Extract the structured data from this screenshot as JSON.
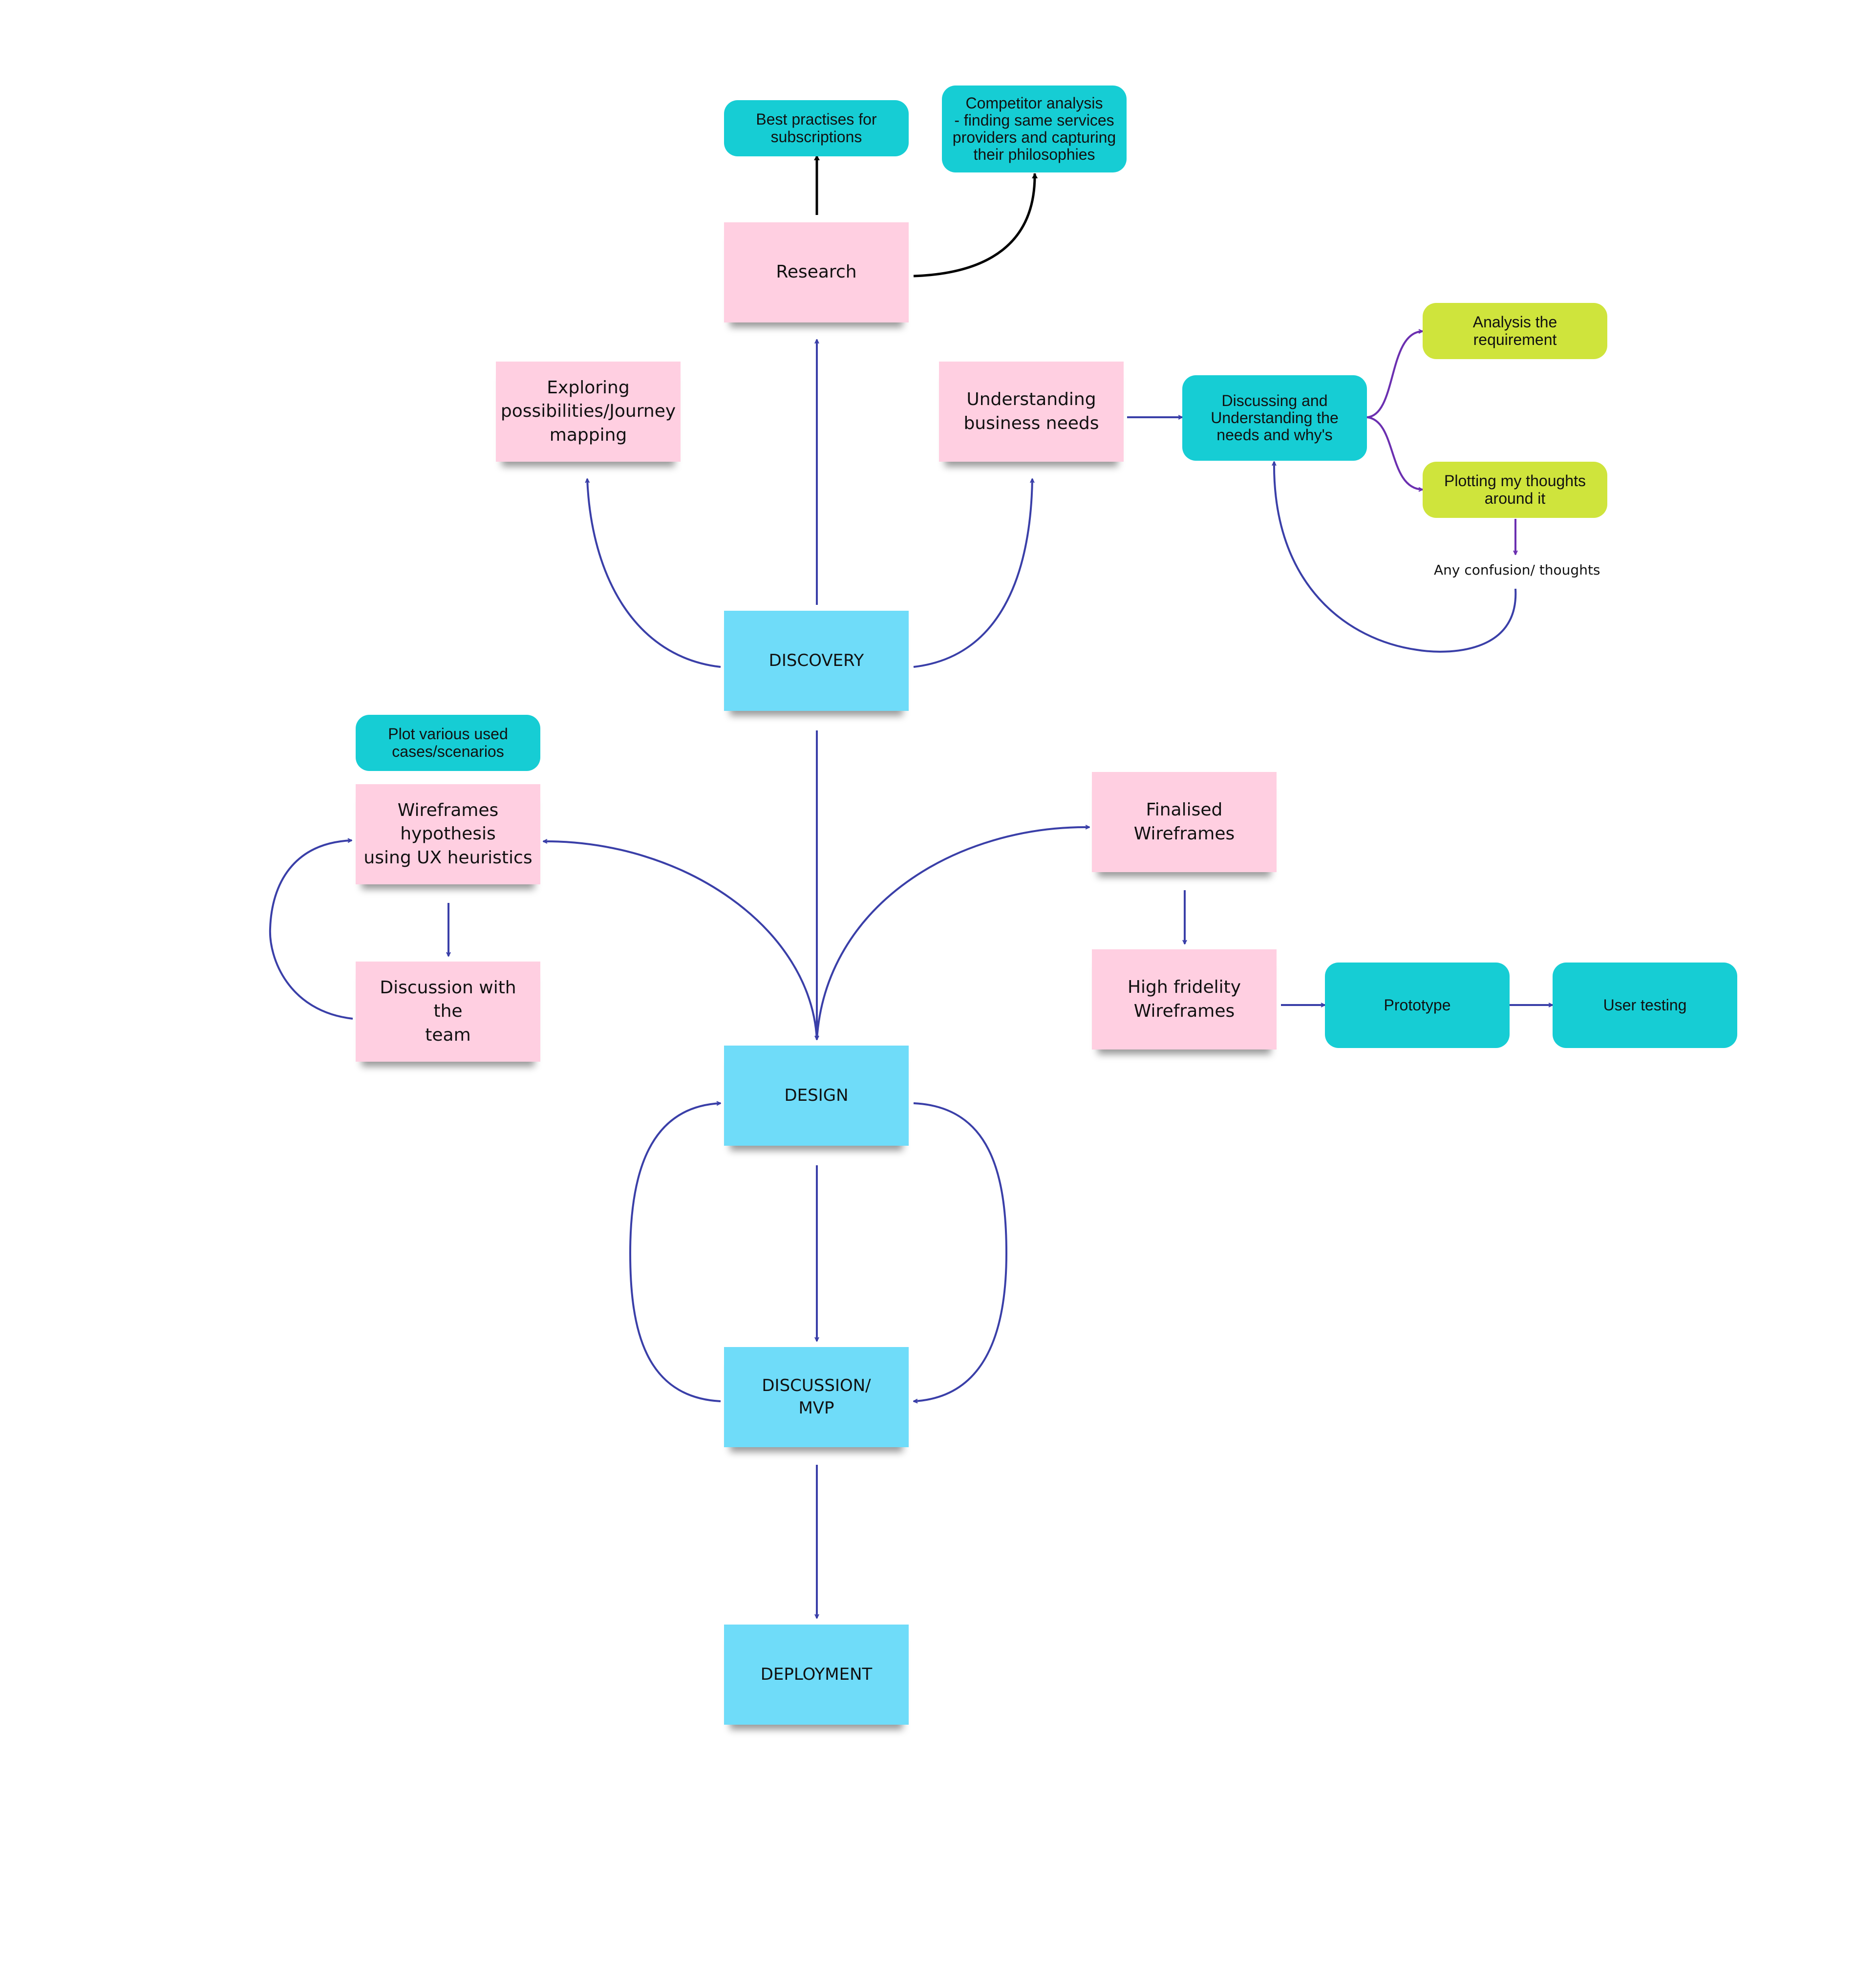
{
  "stages": {
    "discovery": "DISCOVERY",
    "design": "DESIGN",
    "discussion_mvp": "DISCUSSION/\nMVP",
    "deployment": "DEPLOYMENT"
  },
  "research": {
    "label": "Research",
    "best_practices": "Best practises for\nsubscriptions",
    "competitor_analysis": "Competitor analysis\n- finding same services\nproviders and capturing\ntheir philosophies"
  },
  "discovery_branches": {
    "exploring": "Exploring\npossibilities/Journey\nmapping",
    "understanding": "Understanding\nbusiness needs",
    "discussing": "Discussing and\nUnderstanding the\nneeds and why's",
    "analysis": "Analysis the requirement",
    "plotting": "Plotting my thoughts\naround it",
    "confusion": "Any confusion/ thoughts"
  },
  "design_branches": {
    "plot_cases": "Plot various used\ncases/scenarios",
    "wireframes_hypothesis": "Wireframes\nhypothesis\nusing UX heuristics",
    "discussion_team": "Discussion with the\nteam",
    "finalised_wireframes": "Finalised\nWireframes",
    "high_fidelity": "High fridelity\nWireframes",
    "prototype": "Prototype",
    "user_testing": "User testing"
  },
  "colors": {
    "sticky_pink": "#ffcfe1",
    "sticky_blue": "#6fdcf9",
    "teal": "#16cdd4",
    "lime": "#cfe43c",
    "connector_blue": "#3a3fa8",
    "connector_purple": "#6b2fb0",
    "connector_black": "#000000"
  }
}
